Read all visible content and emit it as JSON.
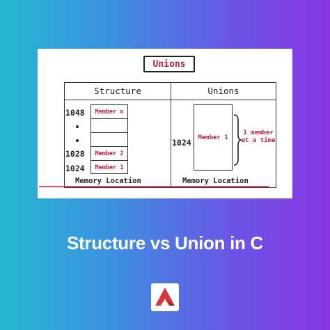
{
  "diagram": {
    "title": "Unions",
    "structure": {
      "heading": "Structure",
      "addresses": [
        "1048",
        "1028",
        "1024"
      ],
      "members": [
        "Member n",
        "",
        "",
        "Member 2",
        "Member 1"
      ],
      "footer": "Memory Location"
    },
    "unions": {
      "heading": "Unions",
      "address": "1024",
      "member": "Member 1",
      "note_line1": "1 member",
      "note_line2": "at a time",
      "footer": "Memory Location"
    },
    "colors": {
      "accent": "#b2243c",
      "ink": "#222222"
    }
  },
  "headline": "Structure vs Union in C",
  "logo": {
    "icon": "brand-a-logo-icon",
    "color": "#d8343c"
  },
  "background": {
    "gradient_start": "#25b8d3",
    "gradient_end": "#8a35e6"
  }
}
